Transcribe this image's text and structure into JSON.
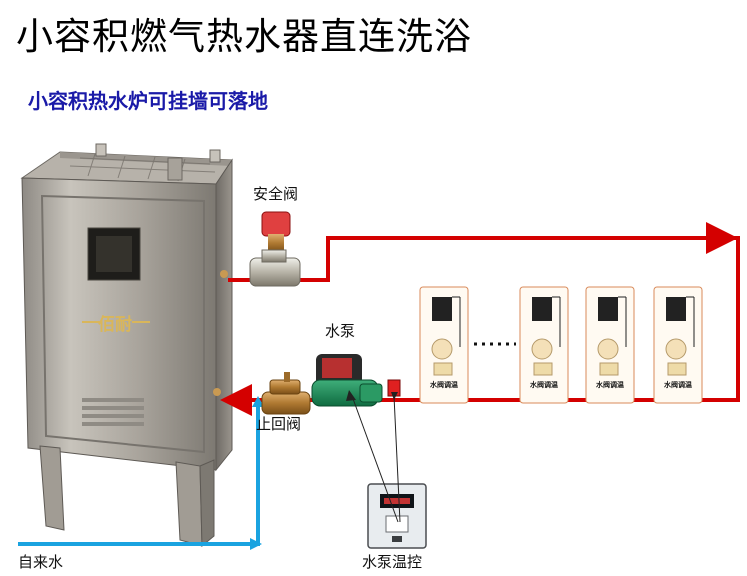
{
  "title": "小容积燃气热水器直连洗浴",
  "subtitle": "小容积热水炉可挂墙可落地",
  "labels": {
    "safety_valve": "安全阀",
    "pump": "水泵",
    "check_valve": "止回阀",
    "cold_water": "自来水",
    "pump_thermostat": "水泵温控"
  },
  "heater_logo": "佰耐",
  "shower_units": [
    {
      "label": "水阀调温"
    },
    {
      "label": "水阀调温"
    },
    {
      "label": "水阀调温"
    },
    {
      "label": "水阀调温"
    }
  ],
  "colors": {
    "hot_pipe": "#d40000",
    "cold_pipe": "#1aa3e0",
    "title_blue": "#1a1aa8"
  }
}
